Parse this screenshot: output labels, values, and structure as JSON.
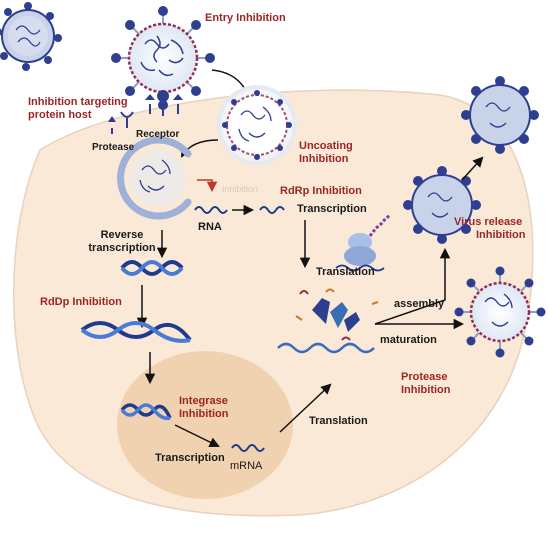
{
  "labels": {
    "entry_inhibition": "Entry Inhibition",
    "inhibition_targeting_line1": "Inhibition targeting",
    "inhibition_targeting_line2": "protein host",
    "receptor": "Receptor",
    "protease": "Protease",
    "uncoating_line1": "Uncoating",
    "uncoating_line2": "Inhibition",
    "rdrp_inhibition": "RdRp Inhibition",
    "rna": "RNA",
    "transcription_top": "Transcription",
    "reverse_line1": "Reverse",
    "reverse_line2": "transcription",
    "translation_top": "Translation",
    "virus_release_line1": "Virus release",
    "virus_release_line2": "Inhibition",
    "assembly": "assembly",
    "maturation": "maturation",
    "rddp_inhibition": "RdDp Inhibition",
    "integrase_line1": "Integrase",
    "integrase_line2": "Inhibition",
    "protease_inh_line1": "Protease",
    "protease_inh_line2": "Inhibition",
    "translation_bottom": "Translation",
    "transcription_bottom": "Transcription",
    "mrna": "mRNA"
  },
  "colors": {
    "cell": "#fbe9d7",
    "nucleus": "#f0d1b0",
    "inhibition_text": "#9b2626",
    "virus_dark": "#2f3f8f",
    "virus_light": "#9fb1d6",
    "dna_dark": "#1e3a8c",
    "dna_light": "#4a7ad8"
  }
}
